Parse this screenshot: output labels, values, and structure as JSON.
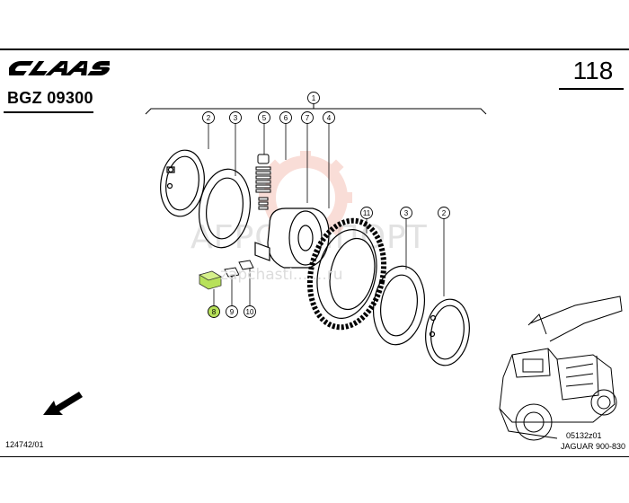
{
  "header": {
    "brand": "CLAAS",
    "group_code": "BGZ 09300",
    "page_number": "118"
  },
  "footer": {
    "doc_ref": "124742/01",
    "sub_ref": "05132z01",
    "model": "JAGUAR 900-830"
  },
  "watermark": {
    "main": "АГРОИМПОРТ",
    "sub": "zapchasti.......ru"
  },
  "callouts": [
    {
      "label": "1"
    },
    {
      "label": "2"
    },
    {
      "label": "3"
    },
    {
      "label": "5"
    },
    {
      "label": "6"
    },
    {
      "label": "7"
    },
    {
      "label": "4"
    },
    {
      "label": "11"
    },
    {
      "label": "3"
    },
    {
      "label": "2"
    },
    {
      "label": "8",
      "highlighted": true
    },
    {
      "label": "9"
    },
    {
      "label": "10"
    }
  ],
  "colors": {
    "brand_text": "#000000",
    "highlight": "#b7e15a",
    "watermark_red": "#f0b0a8"
  }
}
